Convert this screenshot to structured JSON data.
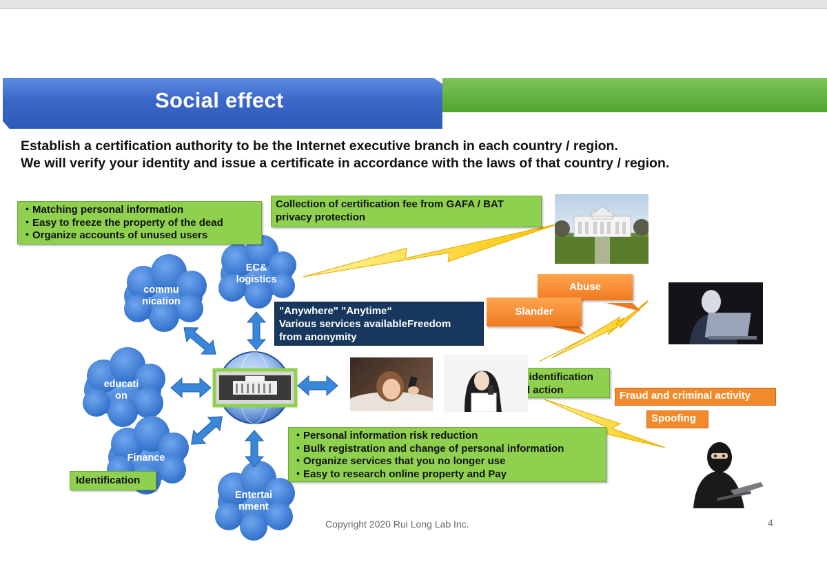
{
  "slide": {
    "title": "Social effect",
    "line1": "Establish a certification authority to be the Internet executive branch in each country / region.",
    "line2": "We will verify your identity and issue a certificate in accordance with the laws of that country / region.",
    "copyright": "Copyright 2020 Rui Long Lab Inc.",
    "page_number": "4"
  },
  "boxes": {
    "benefits_top": [
      "・Matching personal information",
      "・Easy to freeze the property of the dead",
      "・Organize accounts of unused users"
    ],
    "gafa": [
      "Collection of certification fee from GAFA / BAT",
      "privacy protection"
    ],
    "anywhere": [
      "\"Anywhere\" \"Anytime“",
      "Various services availableFreedom",
      "from anonymity"
    ],
    "user_id": [
      "User identification",
      "Legal action"
    ],
    "benefits_bottom": [
      "・Personal information risk reduction",
      "・Bulk registration and change of personal information",
      "・Organize services that you no longer use",
      "・Easy to research online property and Pay"
    ],
    "identification": "Identification"
  },
  "clouds": {
    "ec": [
      "EC&",
      "logistics"
    ],
    "communication": [
      "commu",
      "nication"
    ],
    "education": [
      "educati",
      "on"
    ],
    "finance": "Finance",
    "entertainment": [
      "Entertai",
      "nment"
    ]
  },
  "threats": {
    "abuse": "Abuse",
    "slander": "Slander",
    "fraud": "Fraud and criminal activity",
    "spoofing": "Spoofing"
  },
  "colors": {
    "title_blue": "#3a67c8",
    "title_green": "#4fa62f",
    "box_green": "#8fd14f",
    "box_navy": "#17375e",
    "cloud_blue": "#3f7fd6",
    "threat_orange": "#f28a2c",
    "arrow_blue": "#3a86d8",
    "bolt_yellow": "#ffd21f"
  }
}
